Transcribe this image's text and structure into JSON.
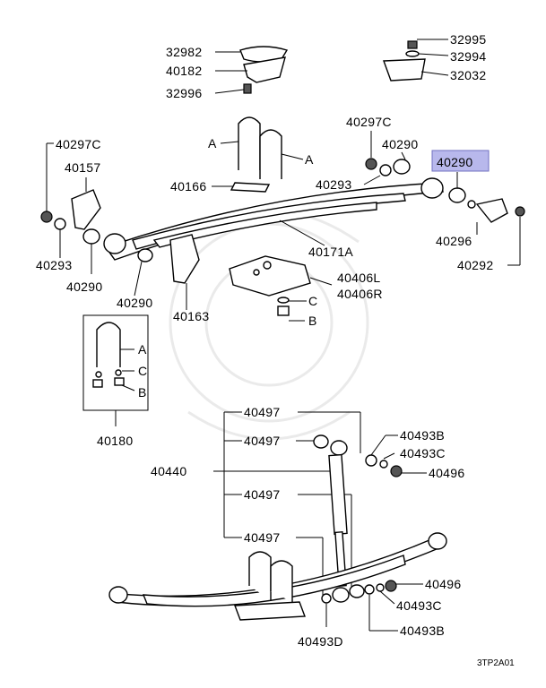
{
  "labels": {
    "p32982": "32982",
    "p40182": "40182",
    "p32996": "32996",
    "p32995": "32995",
    "p32994": "32994",
    "p32032": "32032",
    "p40297C_right": "40297C",
    "p40290_top": "40290",
    "p40290_highlight": "40290",
    "p40293_right": "40293",
    "p40166": "40166",
    "A_left": "A",
    "A_right": "A",
    "p40297C_left": "40297C",
    "p40157": "40157",
    "p40293_left": "40293",
    "p40290_left": "40290",
    "p40290_mid": "40290",
    "p40163": "40163",
    "p40171A": "40171A",
    "p40296": "40296",
    "p40292": "40292",
    "p40406L": "40406L",
    "p40406R": "40406R",
    "C_mount": "C",
    "B_mount": "B",
    "A_box": "A",
    "C_box": "C",
    "B_box": "B",
    "p40180": "40180",
    "p40497_1": "40497",
    "p40497_2": "40497",
    "p40440": "40440",
    "p40497_3": "40497",
    "p40497_4": "40497",
    "p40493B_top": "40493B",
    "p40493C_top": "40493C",
    "p40496_top": "40496",
    "p40496_bot": "40496",
    "p40493C_bot": "40493C",
    "p40493B_bot": "40493B",
    "p40493D": "40493D"
  },
  "diagram_code": "3TP2A01",
  "highlight_color": "#b8b8ec"
}
